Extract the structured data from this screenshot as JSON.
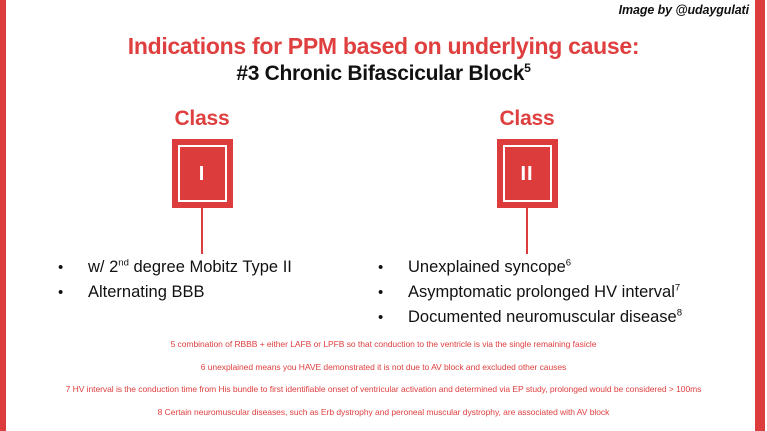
{
  "colors": {
    "accent_red": "#DC3C3C",
    "title_red": "#DF3F3F",
    "footnote_red": "#DF4040",
    "text_black": "#111111",
    "background": "#FFFFFF"
  },
  "attribution": "Image by @udaygulati",
  "title": {
    "main": "Indications for PPM based on underlying cause:",
    "sub_text": "#3 Chronic Bifascicular Block",
    "sub_superscript": "5"
  },
  "classes": [
    {
      "label": "Class",
      "numeral": "I",
      "bullets": [
        {
          "text": "w/ 2",
          "sup": "nd",
          "text_after": " degree Mobitz Type II"
        },
        {
          "text": "Alternating BBB",
          "sup": "",
          "text_after": ""
        }
      ]
    },
    {
      "label": "Class",
      "numeral": "II",
      "bullets": [
        {
          "text": "Unexplained syncope",
          "sup": "6",
          "text_after": ""
        },
        {
          "text": "Asymptomatic prolonged HV interval",
          "sup": "7",
          "text_after": ""
        },
        {
          "text": "Documented neuromuscular disease",
          "sup": "8",
          "text_after": ""
        }
      ]
    }
  ],
  "footnotes": [
    "5 combination of RBBB + either LAFB or LPFB so that conduction to the ventricle is via the single remaining fasicle",
    "6 unexplained means you HAVE demonstrated it is not due to AV block and excluded other causes",
    "7 HV interval is the conduction time from His bundle to first identifiable onset of ventricular activation and determined via EP study, prolonged would be considered > 100ms",
    "8 Certain neuromuscular diseases, such as Erb dystrophy and peroneal muscular dystrophy, are associated with AV block"
  ]
}
